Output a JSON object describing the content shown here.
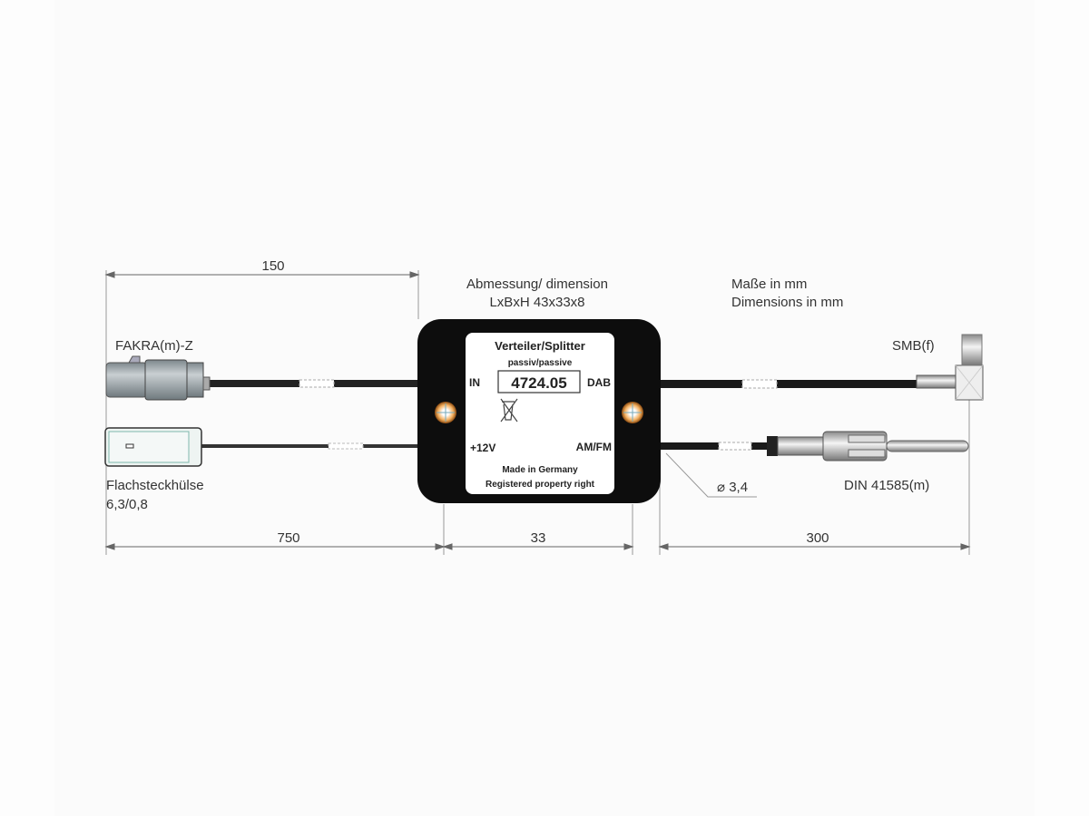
{
  "dimensions": {
    "top_left": "150",
    "bottom_left": "750",
    "bottom_middle": "33",
    "bottom_right": "300"
  },
  "header": {
    "size_line1": "Abmessung/ dimension",
    "size_line2": "LxBxH 43x33x8",
    "units_line1": "Maße in mm",
    "units_line2": "Dimensions in mm"
  },
  "connectors": {
    "fakra": "FAKRA(m)-Z",
    "flat_line1": "Flachsteckhülse",
    "flat_line2": "6,3/0,8",
    "smb": "SMB(f)",
    "din": "DIN 41585(m)",
    "diameter": "⌀ 3,4"
  },
  "splitter": {
    "title": "Verteiler/Splitter",
    "subtitle": "passiv/passive",
    "part_number": "4724.05",
    "port_in": "IN",
    "port_dab": "DAB",
    "port_power": "+12V",
    "port_amfm": "AM/FM",
    "made_in": "Made in Germany",
    "registered": "Registered property right"
  },
  "colors": {
    "body": "#0d0d0d",
    "screw": "#f0a040",
    "connector": "#9aa3a8"
  }
}
